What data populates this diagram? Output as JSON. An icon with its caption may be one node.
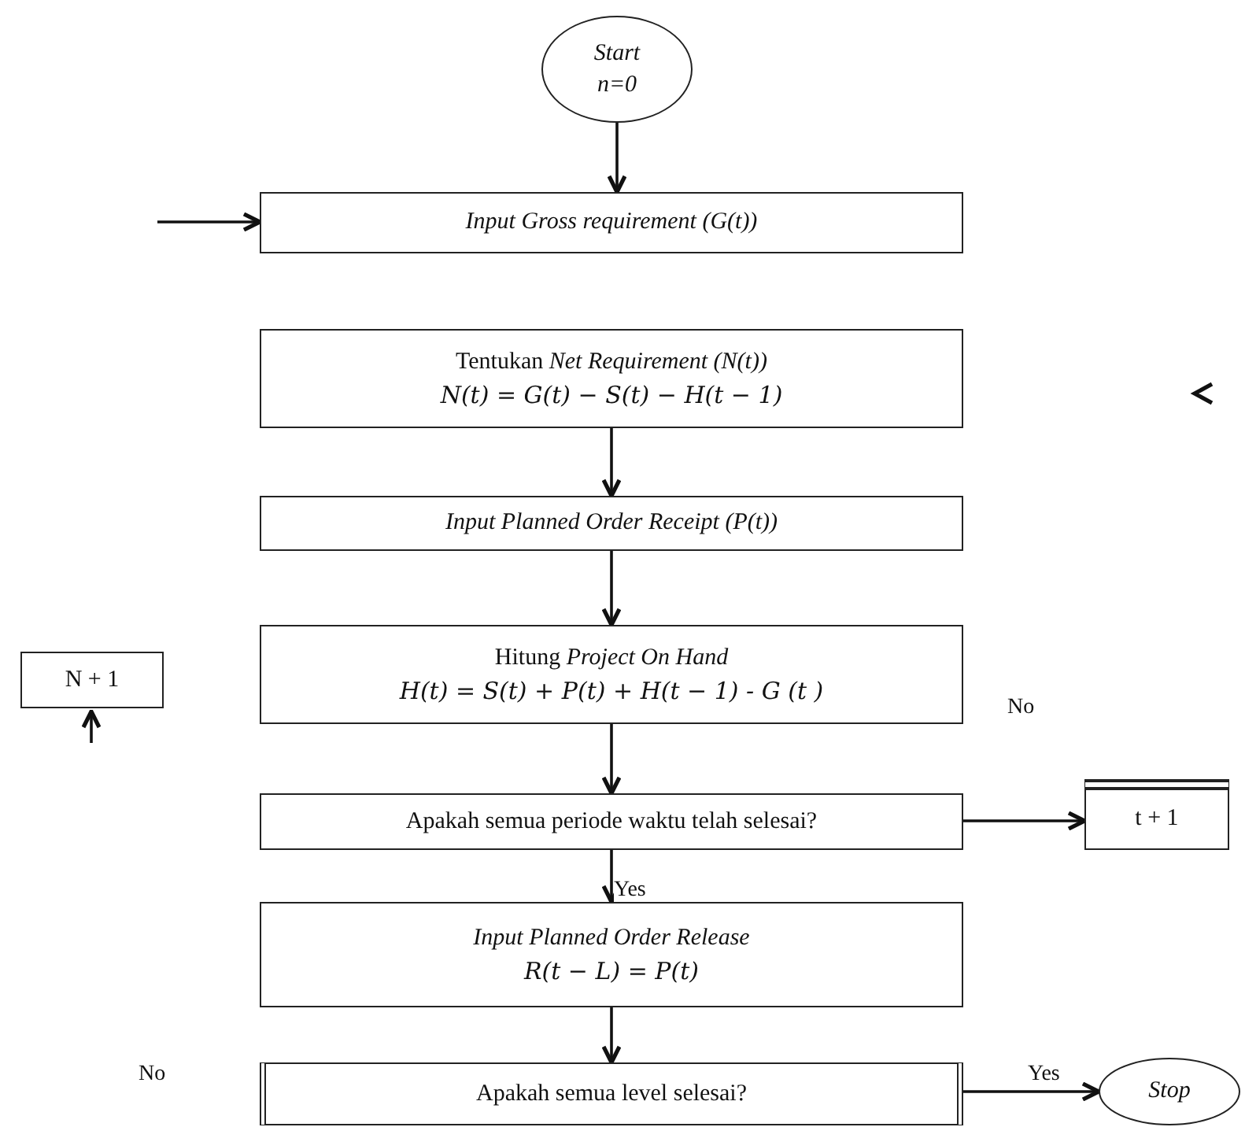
{
  "diagram": {
    "nodes": [
      {
        "text": [
          "Start",
          "n=0"
        ]
      },
      {
        "text": [
          "Input Gross requirement (G(t))"
        ]
      },
      {
        "text": [
          "Tentukan *Net Requirement (N(t))*",
          "N(t) = G(t) − S(t) − H(t − 1)"
        ]
      },
      {
        "text": [
          "Input Planned Order Receipt (P(t))"
        ]
      },
      {
        "text": [
          "Hitung *Project On Hand*",
          "H(t) = S(t) + P(t) + H(t − 1) - G (t )"
        ]
      },
      {
        "text": [
          "Apakah semua periode waktu telah selesai?"
        ]
      },
      {
        "text": [
          "t + 1"
        ]
      },
      {
        "text": [
          "Input Planned Order Release",
          "R(t − L) = P(t)"
        ]
      },
      {
        "text": [
          "Apakah semua level selesai?"
        ]
      },
      {
        "text": [
          "Stop"
        ]
      },
      {
        "text": [
          "N + 1"
        ]
      }
    ],
    "edges": [
      {
        "from": 0,
        "to": 1,
        "arrow": "to"
      },
      {
        "from": null,
        "to": 1,
        "arrow": "to"
      },
      {
        "from": 2,
        "to": 3,
        "arrow": "to"
      },
      {
        "from": 3,
        "to": 4,
        "arrow": "to"
      },
      {
        "from": 4,
        "to": 5,
        "arrow": "to"
      },
      {
        "from": 5,
        "to": 6,
        "arrow": "to",
        "label": "No"
      },
      {
        "from": 5,
        "to": 7,
        "arrow": "to",
        "label": "Yes"
      },
      {
        "from": 7,
        "to": 8,
        "arrow": "to"
      },
      {
        "from": 8,
        "to": 9,
        "arrow": "to",
        "label": "Yes"
      },
      {
        "from": null,
        "to": 10,
        "arrow": "to"
      }
    ],
    "labels": [
      "No"
    ]
  }
}
